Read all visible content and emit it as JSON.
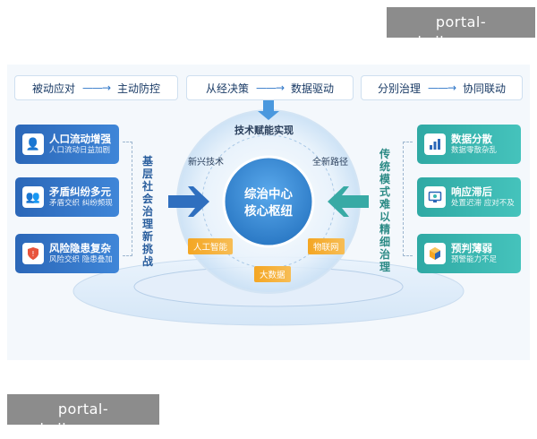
{
  "watermark": "portal-kaibao.com",
  "top_bars": [
    {
      "from": "被动应对",
      "to": "主动防控"
    },
    {
      "from": "从经决策",
      "to": "数据驱动"
    },
    {
      "from": "分别治理",
      "to": "协同联动"
    }
  ],
  "arrow_symbol": "——→",
  "left_cards": [
    {
      "title": "人口流动增强",
      "subtitle": "人口流动日益加剧",
      "icon": "person-icon"
    },
    {
      "title": "矛盾纠纷多元",
      "subtitle": "矛盾交织  纠纷频现",
      "icon": "people-icon"
    },
    {
      "title": "风险隐患复杂",
      "subtitle": "风险交织 隐患叠加",
      "icon": "shield-icon"
    }
  ],
  "right_cards": [
    {
      "title": "数据分散",
      "subtitle": "数据零散杂乱",
      "icon": "data-icon"
    },
    {
      "title": "响应滞后",
      "subtitle": "处置迟滞 应对不及",
      "icon": "monitor-icon"
    },
    {
      "title": "预判薄弱",
      "subtitle": "预警能力不足",
      "icon": "cube-icon"
    }
  ],
  "left_vertical": "基层社会治理新挑战",
  "right_vertical": "传统模式难以精细治理",
  "center": {
    "top_label": "技术赋能实现",
    "left_label": "新兴技术",
    "right_label": "全新路径",
    "title_line1": "综治中心",
    "title_line2": "核心枢纽",
    "tags": {
      "ai": "人工智能",
      "iot": "物联网",
      "big_data": "大数据"
    }
  },
  "colors": {
    "left_card": "#3576c8",
    "right_card": "#38b6b0",
    "tag": "#f4a623",
    "center_core": "#3a8fd6"
  }
}
